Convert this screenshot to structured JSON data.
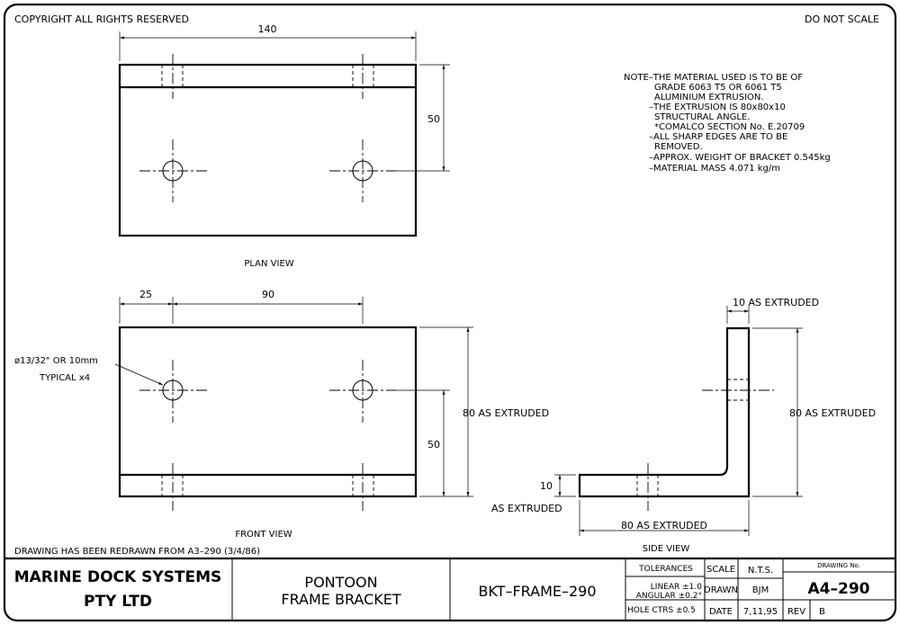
{
  "header": {
    "copyright": "COPYRIGHT ALL RIGHTS RESERVED",
    "do_not_scale": "DO NOT SCALE"
  },
  "plan_view": {
    "label": "PLAN VIEW",
    "dim_length": "140",
    "dim_hole_offset": "50"
  },
  "front_view": {
    "label": "FRONT VIEW",
    "dim_edge_to_hole": "25",
    "dim_hole_spacing": "90",
    "dim_height": "80 AS EXTRUDED",
    "dim_hole_height": "50",
    "hole_note_1": "ø13/32\" OR 10mm",
    "hole_note_2": "TYPICAL x4"
  },
  "side_view": {
    "label": "SIDE VIEW",
    "dim_thickness_top": "10 AS EXTRUDED",
    "dim_height": "80 AS EXTRUDED",
    "dim_width": "80 AS EXTRUDED",
    "dim_thickness_left": "10",
    "dim_thickness_left_2": "AS EXTRUDED"
  },
  "notes": [
    "NOTE–THE MATERIAL USED IS TO BE OF",
    "GRADE 6063 T5 OR 6061 T5",
    "ALUMINIUM EXTRUSION.",
    "–THE EXTRUSION IS 80x80x10",
    "STRUCTURAL ANGLE.",
    "*COMALCO SECTION No. E.20709",
    "–ALL SHARP EDGES ARE TO BE",
    "REMOVED.",
    "–APPROX. WEIGHT OF BRACKET  0.545kg",
    "–MATERIAL MASS  4.071 kg/m"
  ],
  "redrawn_note": "DRAWING HAS BEEN  REDRAWN FROM A3–290 (3/4/86)",
  "title_block": {
    "company_1": "MARINE DOCK SYSTEMS",
    "company_2": "PTY LTD",
    "title_1": "PONTOON",
    "title_2": "FRAME BRACKET",
    "part_no": "BKT–FRAME–290",
    "tolerances_label": "TOLERANCES",
    "linear": "LINEAR  ±1.0",
    "angular": "ANGULAR  ±0.2°",
    "hole_ctrs": "HOLE CTRS ±0.5",
    "scale_label": "SCALE",
    "scale_value": "N.T.S.",
    "drawn_label": "DRAWN",
    "drawn_value": "BJM",
    "date_label": "DATE",
    "date_value": "7,11,95",
    "rev_label": "REV",
    "rev_value": "B",
    "drawing_no_label": "DRAWING No.",
    "drawing_no": "A4–290"
  }
}
